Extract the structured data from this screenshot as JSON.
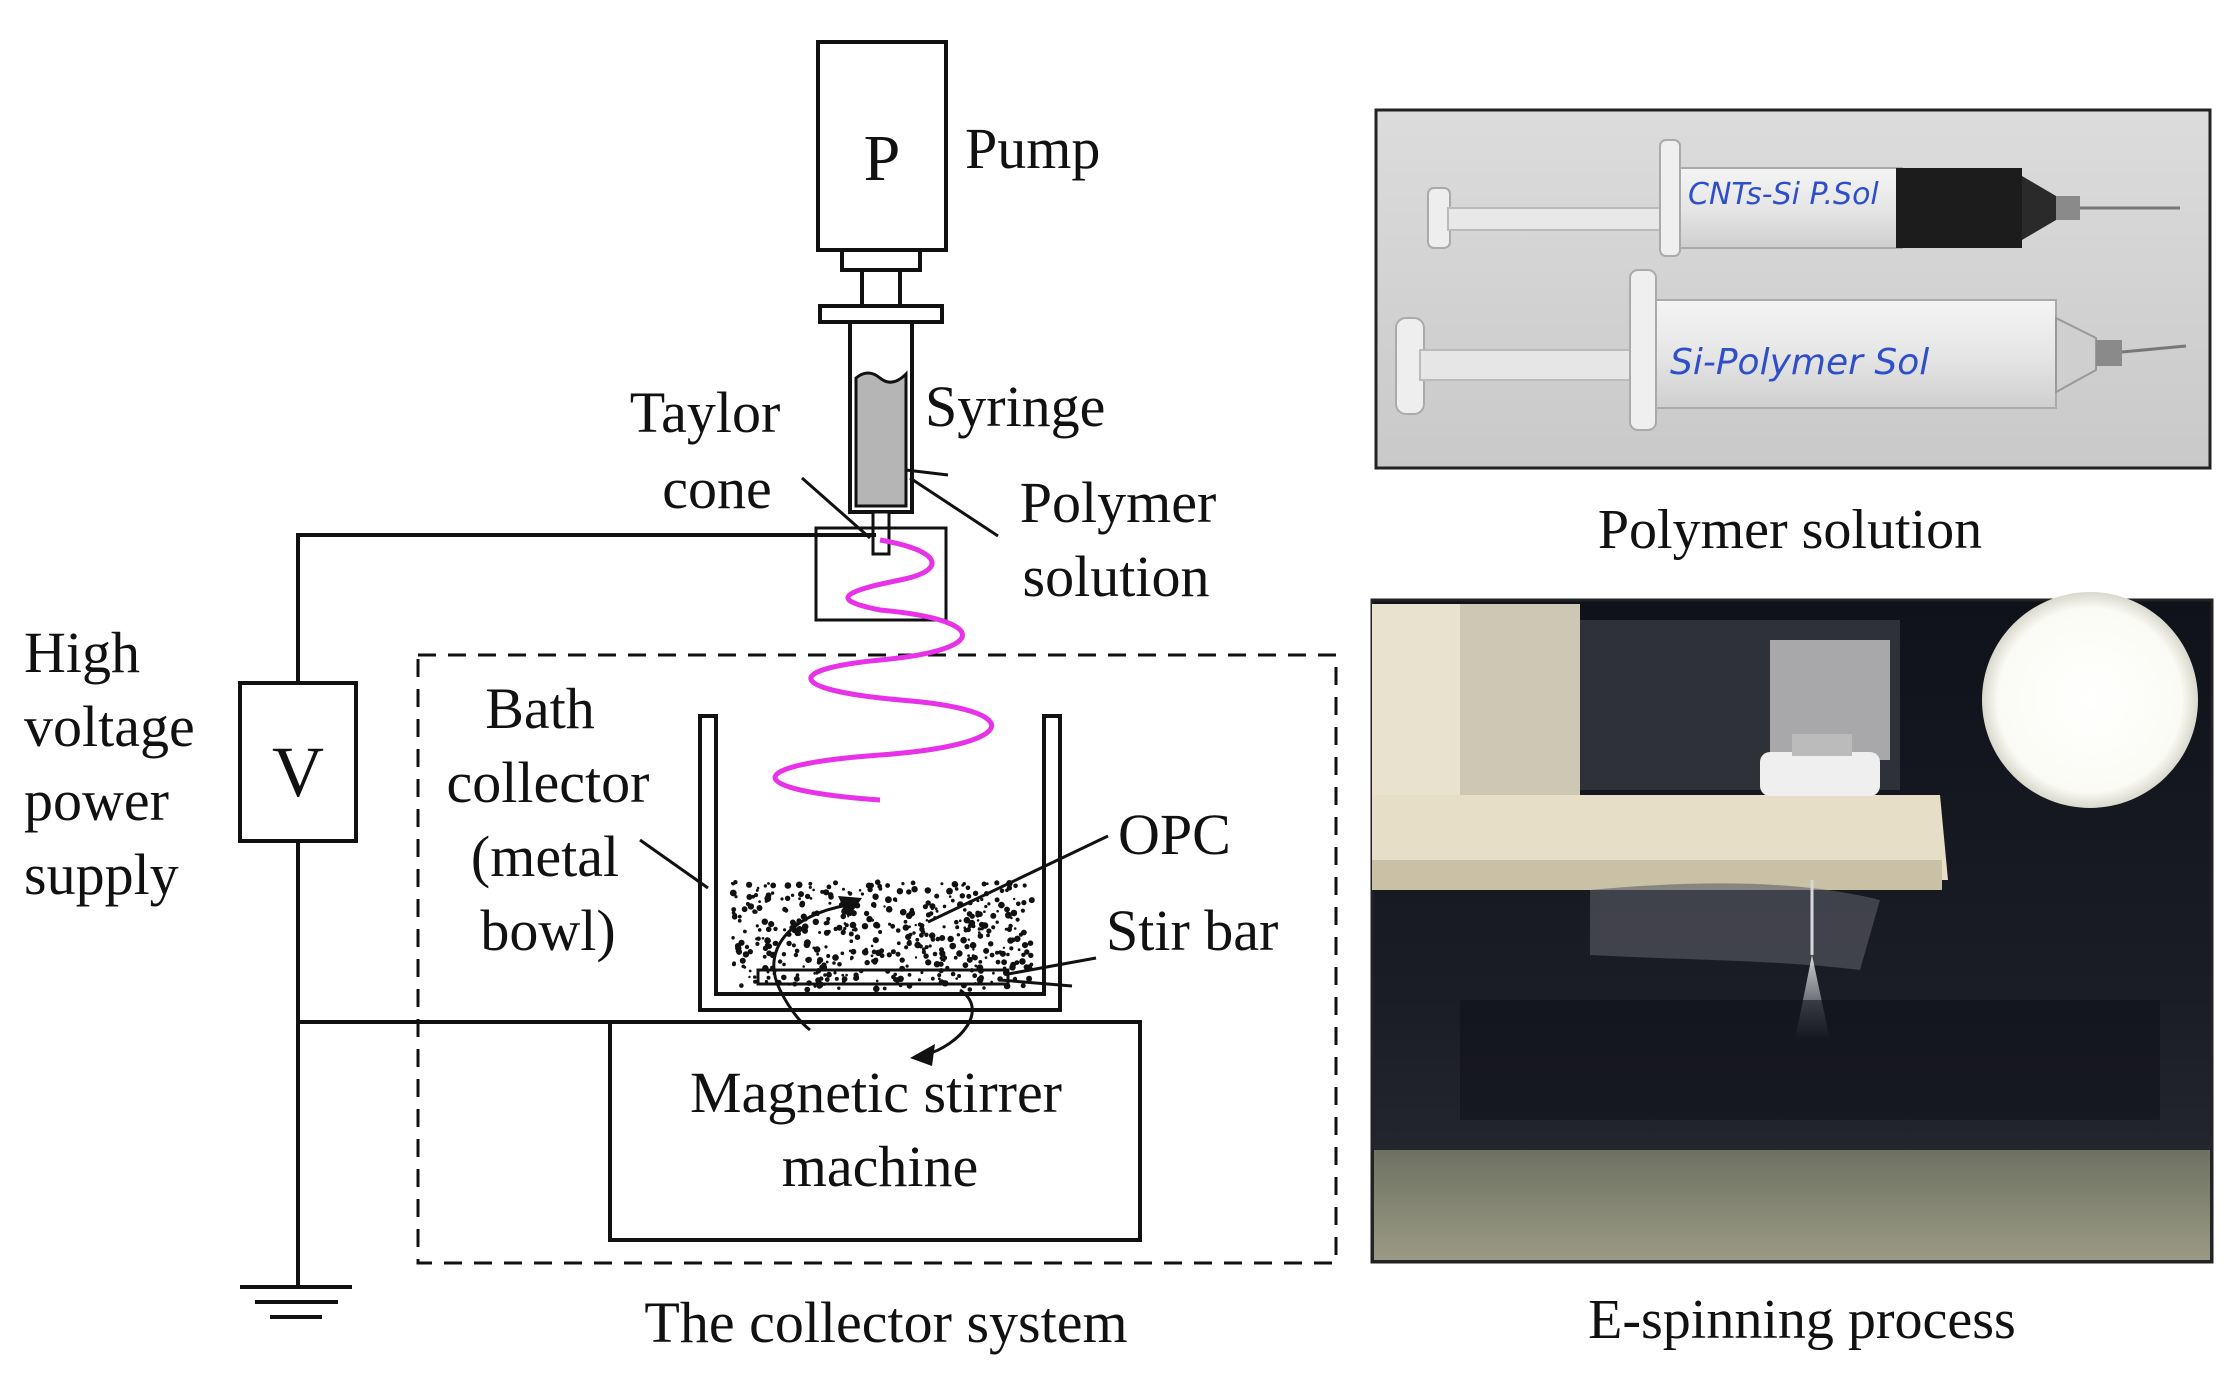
{
  "labels": {
    "pump_box": "P",
    "pump": "Pump",
    "syringe": "Syringe",
    "taylor_cone": [
      "Taylor",
      "cone"
    ],
    "polymer_solution": [
      "Polymer",
      "solution"
    ],
    "high_voltage": [
      "High",
      "voltage",
      "power",
      "supply"
    ],
    "voltage_box": "V",
    "bath_collector": [
      "Bath",
      "collector",
      "(metal",
      "bowl)"
    ],
    "opc": "OPC",
    "stir_bar": "Stir bar",
    "stirrer": [
      "Magnetic stirrer",
      "machine"
    ],
    "collector_system": "The collector system"
  },
  "photos": {
    "top_caption": "Polymer solution",
    "bottom_caption": "E-spinning process",
    "syringe1_text": "CNTs-Si P.Sol",
    "syringe2_text": "Si-Polymer Sol"
  },
  "colors": {
    "jet": "#e832e8",
    "ink": "#111111",
    "handwriting": "#2e4fc9"
  }
}
